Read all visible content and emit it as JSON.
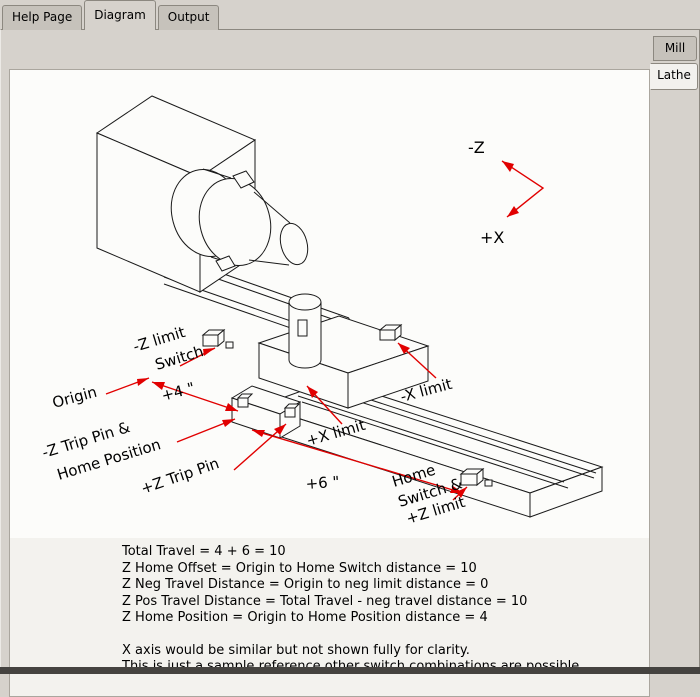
{
  "colors": {
    "red": "#e10000",
    "window_bg": "#d6d2cc",
    "content_bg": "#fcfcfa"
  },
  "top_tabs": {
    "help": "Help Page",
    "diagram": "Diagram",
    "output": "Output"
  },
  "side_tabs": {
    "mill": "Mill",
    "lathe": "Lathe"
  },
  "diagram": {
    "axis": {
      "neg_z": "-Z",
      "pos_x": "+X"
    },
    "labels": {
      "neg_z_limit_line1": "-Z limit",
      "neg_z_limit_line2": "Switch",
      "origin": "Origin",
      "dim_4": "+4 \"",
      "neg_z_trip_line1": "-Z Trip Pin &",
      "neg_z_trip_line2": "Home Position",
      "pos_z_trip": "+Z Trip Pin",
      "pos_x_limit": "+X limit",
      "neg_x_limit": "-X limit",
      "dim_6": "+6 \"",
      "home_line1": "Home",
      "home_line2": "Switch &",
      "home_line3": "+Z limit"
    }
  },
  "notes": {
    "line1": "Total Travel = 4 + 6 = 10",
    "line2": "Z Home Offset = Origin to Home Switch distance = 10",
    "line3": "Z Neg Travel Distance = Origin to neg limit distance = 0",
    "line4": "Z Pos Travel Distance = Total Travel - neg travel distance = 10",
    "line5": "Z Home Position = Origin to Home Position distance = 4",
    "line6": "X axis would be similar but not shown fully for clarity.",
    "line7": "This is just a sample reference other switch combinations are possible."
  }
}
